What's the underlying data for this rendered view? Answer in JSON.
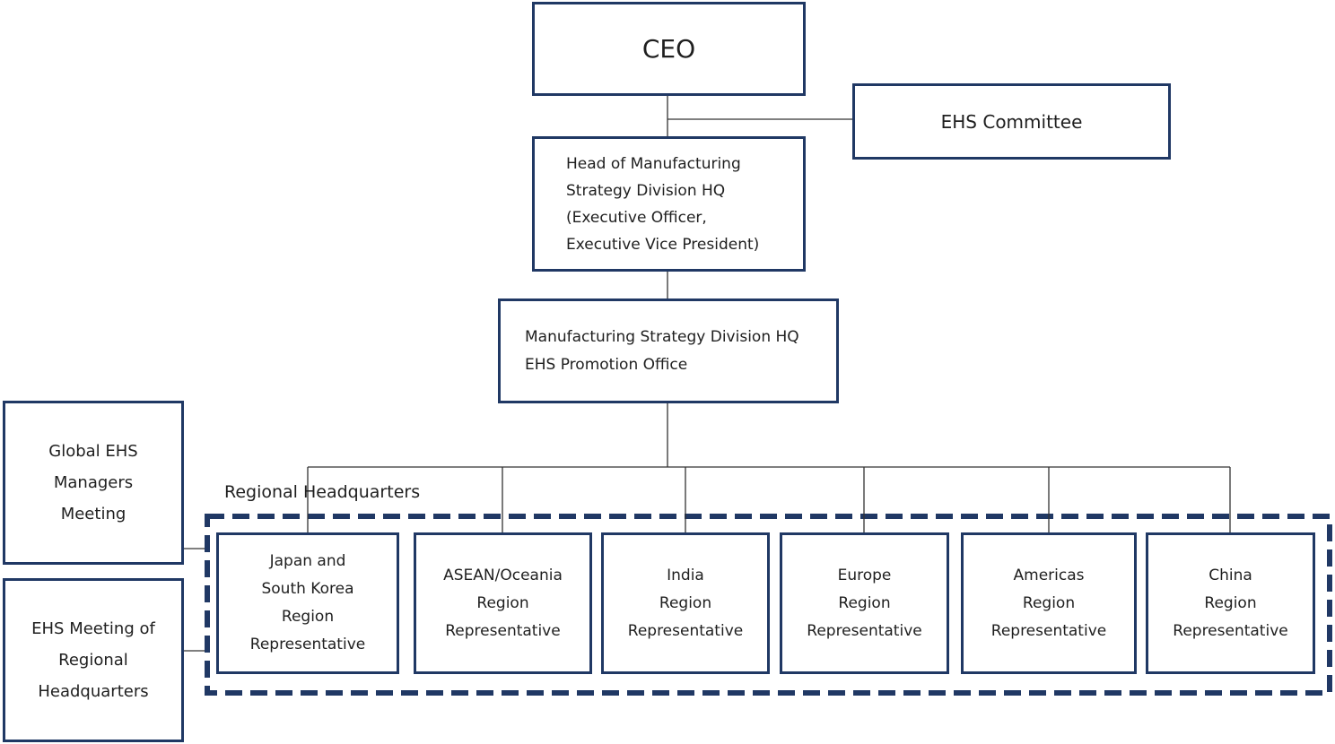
{
  "colors": {
    "border_navy": "#203864",
    "text": "#1f1f1f",
    "connector_line": "#333333",
    "background": "#ffffff"
  },
  "nodes": {
    "ceo": {
      "label": "CEO"
    },
    "ehs_committee": {
      "label": "EHS Committee"
    },
    "head_of_manufacturing": {
      "lines": [
        "Head of Manufacturing",
        "Strategy Division HQ",
        "(Executive Officer,",
        "Executive Vice President)"
      ]
    },
    "promotion_office": {
      "lines": [
        "Manufacturing Strategy Division HQ",
        "EHS Promotion Office"
      ]
    },
    "global_ehs_managers_meeting": {
      "lines": [
        "Global EHS",
        "Managers",
        "Meeting"
      ]
    },
    "ehs_meeting_regional_hq": {
      "lines": [
        "EHS Meeting of",
        "Regional",
        "Headquarters"
      ]
    }
  },
  "regional": {
    "label": "Regional Headquarters",
    "representatives": [
      {
        "lines": [
          "Japan and",
          "South Korea",
          "Region",
          "Representative"
        ]
      },
      {
        "lines": [
          "ASEAN/Oceania",
          "Region",
          "Representative"
        ]
      },
      {
        "lines": [
          "India",
          "Region",
          "Representative"
        ]
      },
      {
        "lines": [
          "Europe",
          "Region",
          "Representative"
        ]
      },
      {
        "lines": [
          "Americas",
          "Region",
          "Representative"
        ]
      },
      {
        "lines": [
          "China",
          "Region",
          "Representative"
        ]
      }
    ]
  }
}
